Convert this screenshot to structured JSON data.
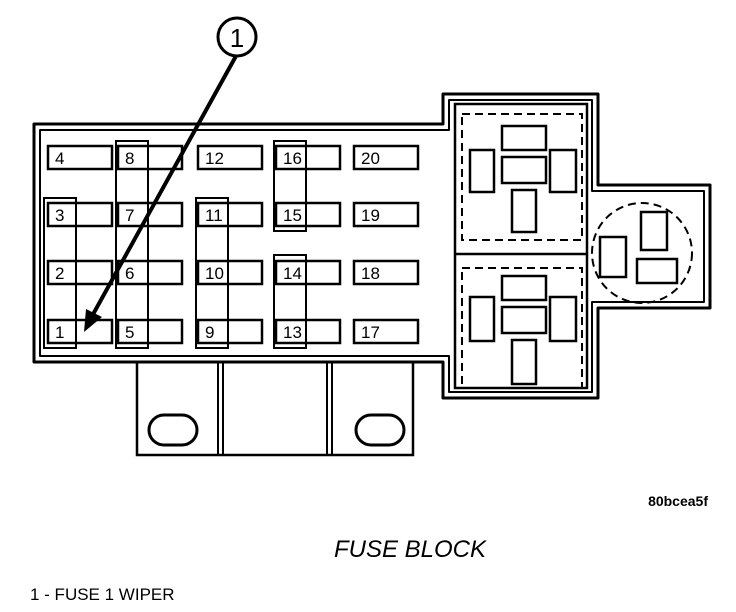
{
  "callout": {
    "number": "1"
  },
  "image_code": "80bcea5f",
  "title": "FUSE BLOCK",
  "legend": [
    {
      "text": "1 - FUSE 1 WIPER"
    }
  ],
  "fuses": [
    {
      "label": "4"
    },
    {
      "label": "8"
    },
    {
      "label": "12"
    },
    {
      "label": "16"
    },
    {
      "label": "20"
    },
    {
      "label": "3"
    },
    {
      "label": "7"
    },
    {
      "label": "11"
    },
    {
      "label": "15"
    },
    {
      "label": "19"
    },
    {
      "label": "2"
    },
    {
      "label": "6"
    },
    {
      "label": "10"
    },
    {
      "label": "14"
    },
    {
      "label": "18"
    },
    {
      "label": "1"
    },
    {
      "label": "5"
    },
    {
      "label": "9"
    },
    {
      "label": "13"
    },
    {
      "label": "17"
    }
  ]
}
